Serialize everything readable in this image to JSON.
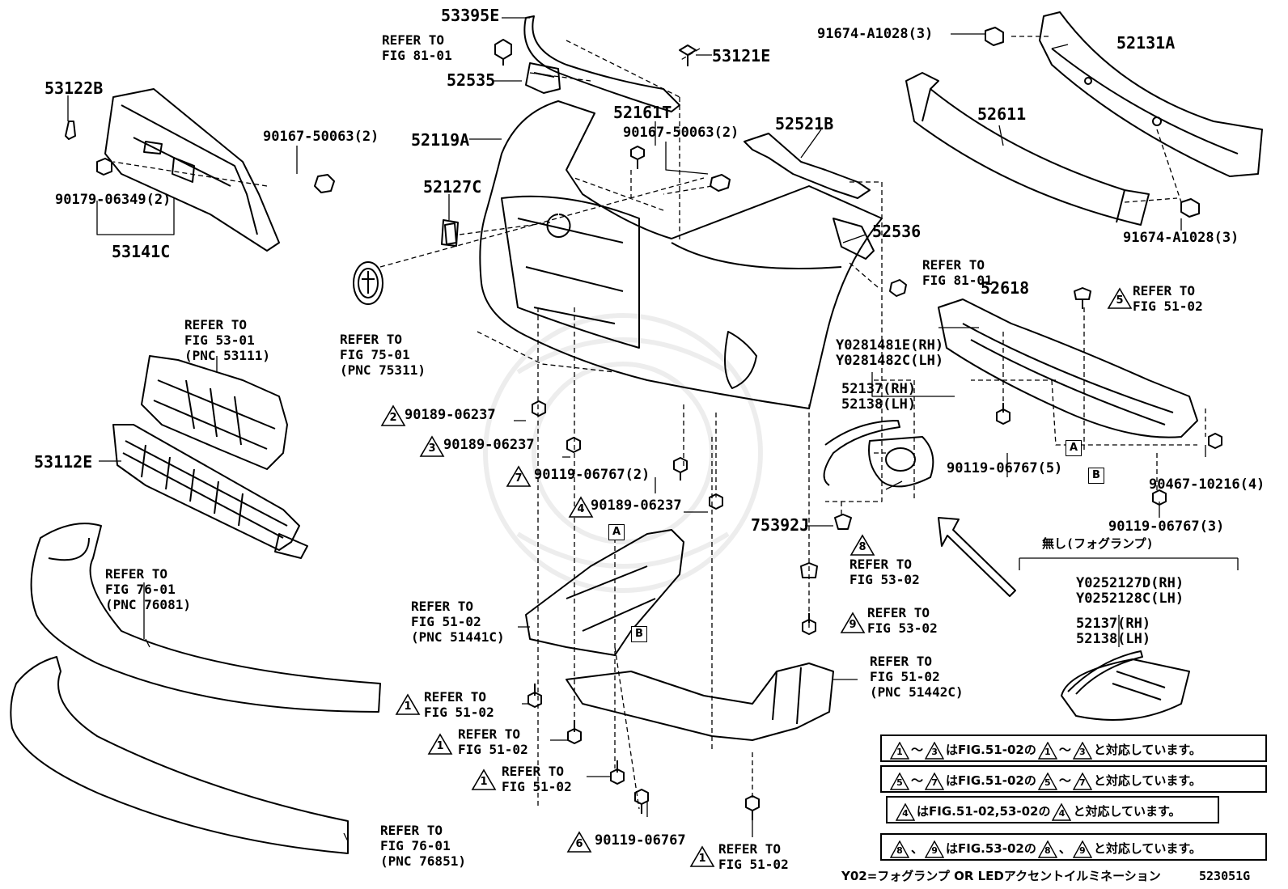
{
  "labels": {
    "p53395E": "53395E",
    "p53121E": "53121E",
    "p52535": "52535",
    "p53122B": "53122B",
    "p90167a": "90167-50063(2)",
    "p90179": "90179-06349(2)",
    "p53141C": "53141C",
    "p52161T": "52161T",
    "p90167b": "90167-50063(2)",
    "p52119A": "52119A",
    "p52127C": "52127C",
    "p52521B": "52521B",
    "p52536": "52536",
    "p91674a": "91674-A1028(3)",
    "p52131A": "52131A",
    "p52611": "52611",
    "p91674b": "91674-A1028(3)",
    "p52618": "52618",
    "p53112E": "53112E",
    "p90189a": "90189-06237",
    "p90189b": "90189-06237",
    "p90119a": "90119-06767(2)",
    "p90189c": "90189-06237",
    "p75392J": "75392J",
    "pY02811RH": "Y0281481E(RH)",
    "pY02811LH": "Y0281482C(LH)",
    "p52137a": "52137(RH)",
    "p52138a": "52138(LH)",
    "p90119b": "90119-06767(5)",
    "p90467": "90467-10216(4)",
    "p90119c": "90119-06767(3)",
    "pMushi": "無し(フォグランプ)",
    "pY0252RH": "Y0252127D(RH)",
    "pY0252LH": "Y0252128C(LH)",
    "p52137b": "52137(RH)",
    "p52138b": "52138(LH)",
    "p90119d": "90119-06767"
  },
  "refs": {
    "r1": [
      "REFER TO",
      "FIG 81-01"
    ],
    "r2": [
      "REFER TO",
      "FIG 81-01"
    ],
    "r3": [
      "REFER TO",
      "FIG 51-02"
    ],
    "r4": [
      "REFER TO",
      "FIG 53-01",
      "(PNC 53111)"
    ],
    "r5": [
      "REFER TO",
      "FIG 75-01",
      "(PNC 75311)"
    ],
    "r6": [
      "REFER TO",
      "FIG 53-02"
    ],
    "r7": [
      "REFER TO",
      "FIG 53-02"
    ],
    "r8": [
      "REFER TO",
      "FIG 76-01",
      "(PNC 76081)"
    ],
    "r9": [
      "REFER TO",
      "FIG 51-02",
      "(PNC 51441C)"
    ],
    "r10": [
      "REFER TO",
      "FIG 51-02",
      "(PNC 51442C)"
    ],
    "r11": [
      "REFER TO",
      "FIG 51-02"
    ],
    "r12": [
      "REFER TO",
      "FIG 51-02"
    ],
    "r13": [
      "REFER TO",
      "FIG 51-02"
    ],
    "r14": [
      "REFER TO",
      "FIG 51-02"
    ],
    "r15": [
      "REFER TO",
      "FIG 76-01",
      "(PNC 76851)"
    ]
  },
  "triangles": {
    "t2": "2",
    "t3": "3",
    "t7": "7",
    "t4": "4",
    "t5": "5",
    "t8": "8",
    "t9": "9",
    "t1a": "1",
    "t1b": "1",
    "t1c": "1",
    "t6": "6",
    "t1d": "1"
  },
  "boxes": {
    "bA1": "A",
    "bB1": "B",
    "bA2": "A",
    "bB2": "B"
  },
  "notes": [
    {
      "a": "1",
      "b": "3",
      "sep": "～",
      "mid": "はFIG.51-02の",
      "c": "1",
      "d": "3",
      "sep2": "～",
      "tail": "と対応しています。"
    },
    {
      "a": "5",
      "b": "7",
      "sep": "～",
      "mid": "はFIG.51-02の",
      "c": "5",
      "d": "7",
      "sep2": "～",
      "tail": "と対応しています。"
    },
    {
      "a": "4",
      "mid": "はFIG.51-02,53-02の",
      "c": "4",
      "tail": "と対応しています。"
    },
    {
      "a": "8",
      "b": "9",
      "sep": "、",
      "mid": "はFIG.53-02の",
      "c": "8",
      "d": "9",
      "sep2": "、",
      "tail": "と対応しています。"
    }
  ],
  "footer": {
    "legend": "Y02=フォグランプ OR LEDアクセントイルミネーション",
    "code": "523051G"
  }
}
